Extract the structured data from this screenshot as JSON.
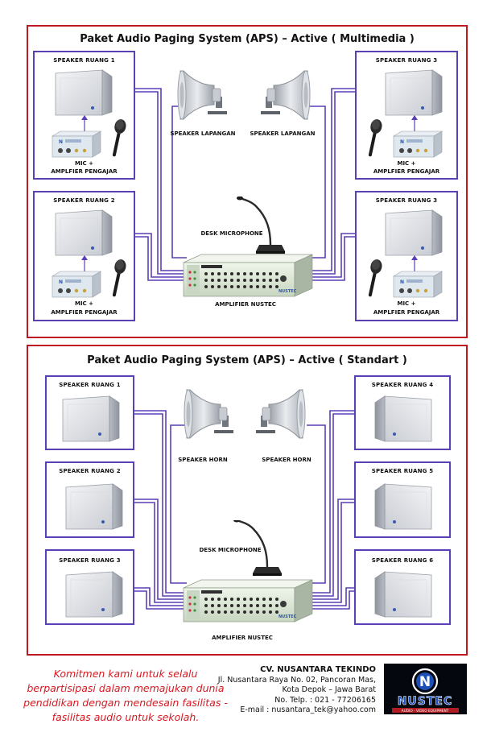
{
  "multimedia": {
    "title": "Paket Audio Paging System (APS) – Active ( Multimedia )",
    "rooms": [
      {
        "label": "SPEAKER  RUANG  1",
        "mic_caption": "MIC +",
        "amp_caption": "AMPLFIER PENGAJAR"
      },
      {
        "label": "SPEAKER  RUANG  2",
        "mic_caption": "MIC +",
        "amp_caption": "AMPLFIER PENGAJAR"
      },
      {
        "label": "SPEAKER  RUANG  3",
        "mic_caption": "MIC +",
        "amp_caption": "AMPLFIER PENGAJAR"
      },
      {
        "label": "SPEAKER  RUANG  3",
        "mic_caption": "MIC +",
        "amp_caption": "AMPLFIER PENGAJAR"
      }
    ],
    "horn_left": "SPEAKER  LAPANGAN",
    "horn_right": "SPEAKER  LAPANGAN",
    "desk_mic": "DESK  MICROPHONE",
    "amplifier": "AMPLIFIER  NUSTEC"
  },
  "standart": {
    "title": "Paket Audio Paging System (APS)  – Active ( Standart )",
    "rooms": [
      {
        "label": "SPEAKER  RUANG  1"
      },
      {
        "label": "SPEAKER  RUANG  2"
      },
      {
        "label": "SPEAKER  RUANG  3"
      },
      {
        "label": "SPEAKER  RUANG  4"
      },
      {
        "label": "SPEAKER  RUANG  5"
      },
      {
        "label": "SPEAKER  RUANG  6"
      }
    ],
    "horn_left": "SPEAKER  HORN",
    "horn_right": "SPEAKER  HORN",
    "desk_mic": "DESK  MICROPHONE",
    "amplifier": "AMPLIFIER  NUSTEC"
  },
  "footer": {
    "tagline": "Komitmen kami untuk selalu berpartisipasi dalam memajukan dunia pendidikan dengan mendesain fasilitas - fasilitas audio untuk sekolah.",
    "company": "CV. NUSANTARA TEKINDO",
    "address1": "Jl. Nusantara Raya No. 02, Pancoran Mas,",
    "address2": "Kota Depok – Jawa Barat",
    "phone": "No. Telp. : 021 - 77206165",
    "email": "E-mail : nusantara_tek@yahoo.com"
  },
  "logo": {
    "brand": "NUSTEC",
    "slogan": "AUDIO - VIDEO EQUIPMENT",
    "mark": "N"
  },
  "colors": {
    "panel_border": "#c0181f",
    "room_border": "#5b3fb7",
    "wire": "#5b3fb7",
    "tagline": "#d71921"
  }
}
